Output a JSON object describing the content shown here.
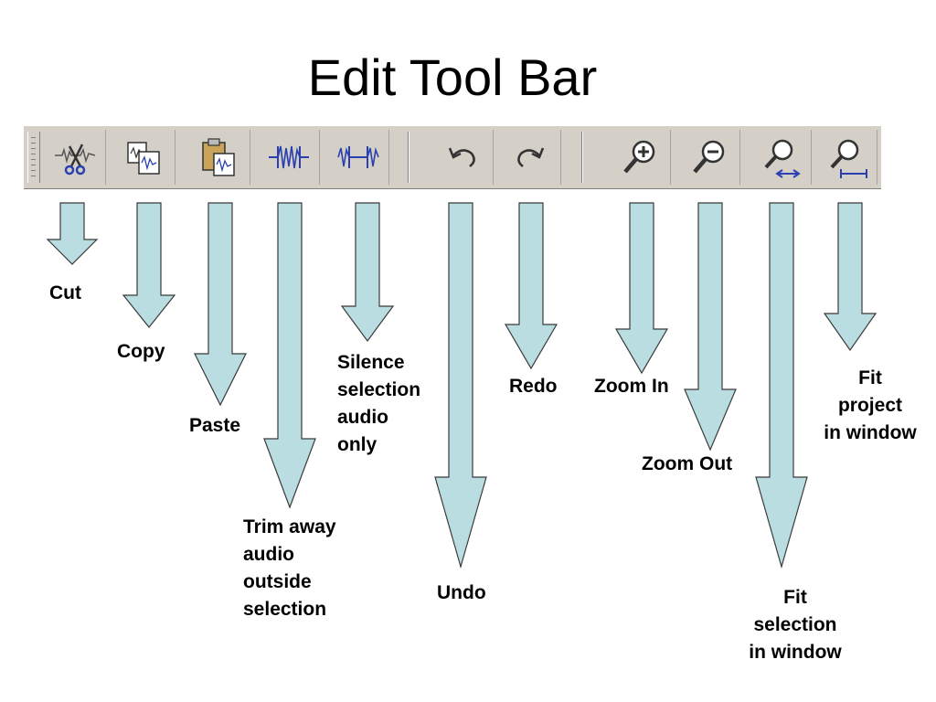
{
  "title": "Edit Tool Bar",
  "colors": {
    "arrow_fill": "#b9dde0",
    "arrow_stroke": "#3a3a3a",
    "toolbar_bg": "#d4d0c8"
  },
  "tools": [
    {
      "id": "cut",
      "label": "Cut",
      "icon": "scissors-icon"
    },
    {
      "id": "copy",
      "label": "Copy",
      "icon": "copy-icon"
    },
    {
      "id": "paste",
      "label": "Paste",
      "icon": "paste-icon"
    },
    {
      "id": "trim",
      "label": "Trim away\naudio\noutside\nselection",
      "icon": "trim-icon"
    },
    {
      "id": "silence",
      "label": "Silence\nselection\naudio\nonly",
      "icon": "silence-icon"
    },
    {
      "id": "undo",
      "label": "Undo",
      "icon": "undo-icon"
    },
    {
      "id": "redo",
      "label": "Redo",
      "icon": "redo-icon"
    },
    {
      "id": "zoom_in",
      "label": "Zoom In",
      "icon": "zoom-in-icon"
    },
    {
      "id": "zoom_out",
      "label": "Zoom Out",
      "icon": "zoom-out-icon"
    },
    {
      "id": "fit_selection",
      "label": "Fit\nselection\nin window",
      "icon": "fit-selection-icon"
    },
    {
      "id": "fit_project",
      "label": "Fit\nproject\nin window",
      "icon": "fit-project-icon"
    }
  ]
}
